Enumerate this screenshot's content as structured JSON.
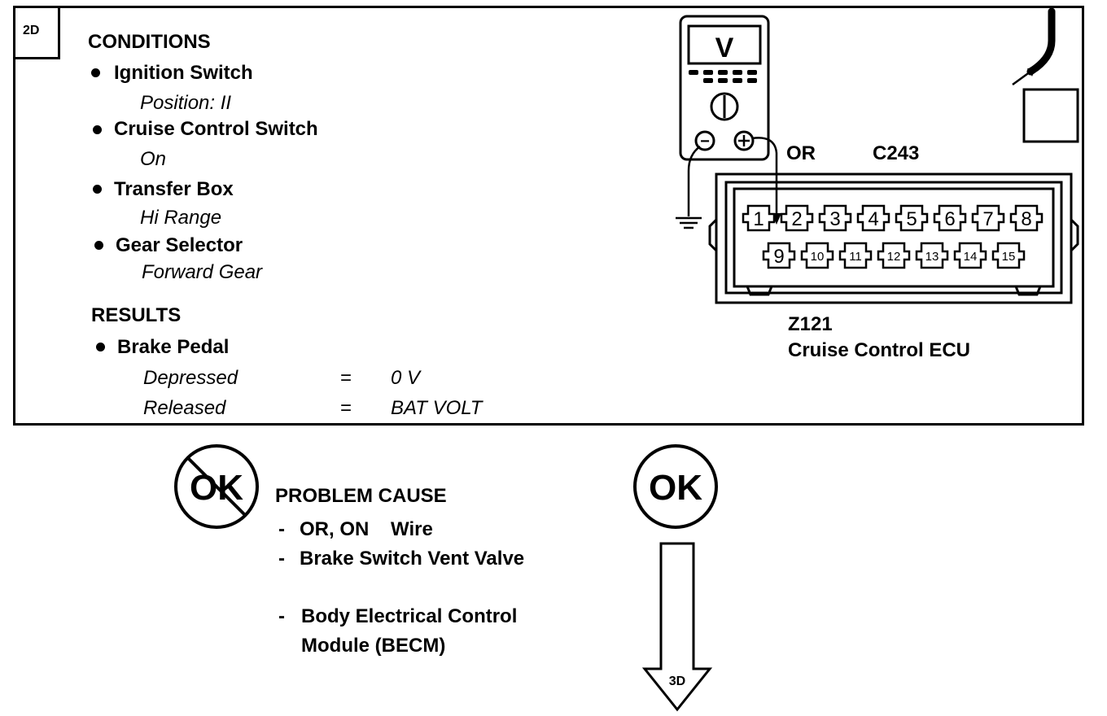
{
  "step": "2D",
  "conditions": {
    "heading": "CONDITIONS",
    "items": [
      {
        "label": "Ignition Switch",
        "value": "Position: II"
      },
      {
        "label": "Cruise Control Switch",
        "value": "On"
      },
      {
        "label": "Transfer Box",
        "value": "Hi Range"
      },
      {
        "label": "Gear Selector",
        "value": "Forward Gear"
      }
    ]
  },
  "results": {
    "heading": "RESULTS",
    "item": "Brake Pedal",
    "rows": [
      {
        "state": "Depressed",
        "eq": "=",
        "value": "0 V"
      },
      {
        "state": "Released",
        "eq": "=",
        "value": "BAT VOLT"
      }
    ]
  },
  "meter": {
    "display": "V",
    "neg": "−",
    "pos": "+"
  },
  "connector": {
    "wire": "OR",
    "id": "C243",
    "pins_top": [
      "1",
      "2",
      "3",
      "4",
      "5",
      "6",
      "7",
      "8"
    ],
    "pins_bottom": [
      "9",
      "10",
      "11",
      "12",
      "13",
      "14",
      "15"
    ],
    "component_id": "Z121",
    "component_name": "Cruise Control ECU"
  },
  "not_ok": {
    "symbol": "OK",
    "heading": "PROBLEM CAUSE",
    "causes": [
      {
        "dash": "-",
        "text": "OR, ON    Wire"
      },
      {
        "dash": "-",
        "text": "Brake Switch Vent Valve"
      },
      {
        "dash": "-",
        "text": "Body Electrical Control",
        "text2": "Module (BECM)"
      }
    ]
  },
  "ok": {
    "symbol": "OK",
    "next_step": "3D"
  }
}
